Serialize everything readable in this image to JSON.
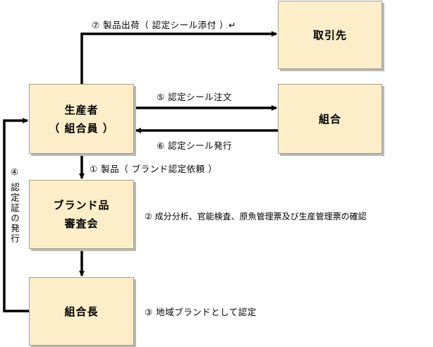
{
  "nodes": {
    "torihikisaki": "取引先",
    "producer_line1": "生産者",
    "producer_line2": "（ 組合員 ）",
    "kumiai": "組合",
    "brand_line1": "ブランド品",
    "brand_line2": "審査会",
    "kumiaicho": "組合長"
  },
  "labels": {
    "ship": "⑦ 製品出荷（ 認定シール添付 ）↵",
    "order_seal": "⑤ 認定シール注文",
    "issue_seal": "⑥ 認定シール発行",
    "product_request": "① 製品（ ブランド認定依頼 ）",
    "confirm": "② 成分分析、官能検査、原魚管理票及び生産管理票の確認",
    "certify": "③ 地域ブランドとして認定",
    "cert_issue": "④ 認定証の発行"
  }
}
